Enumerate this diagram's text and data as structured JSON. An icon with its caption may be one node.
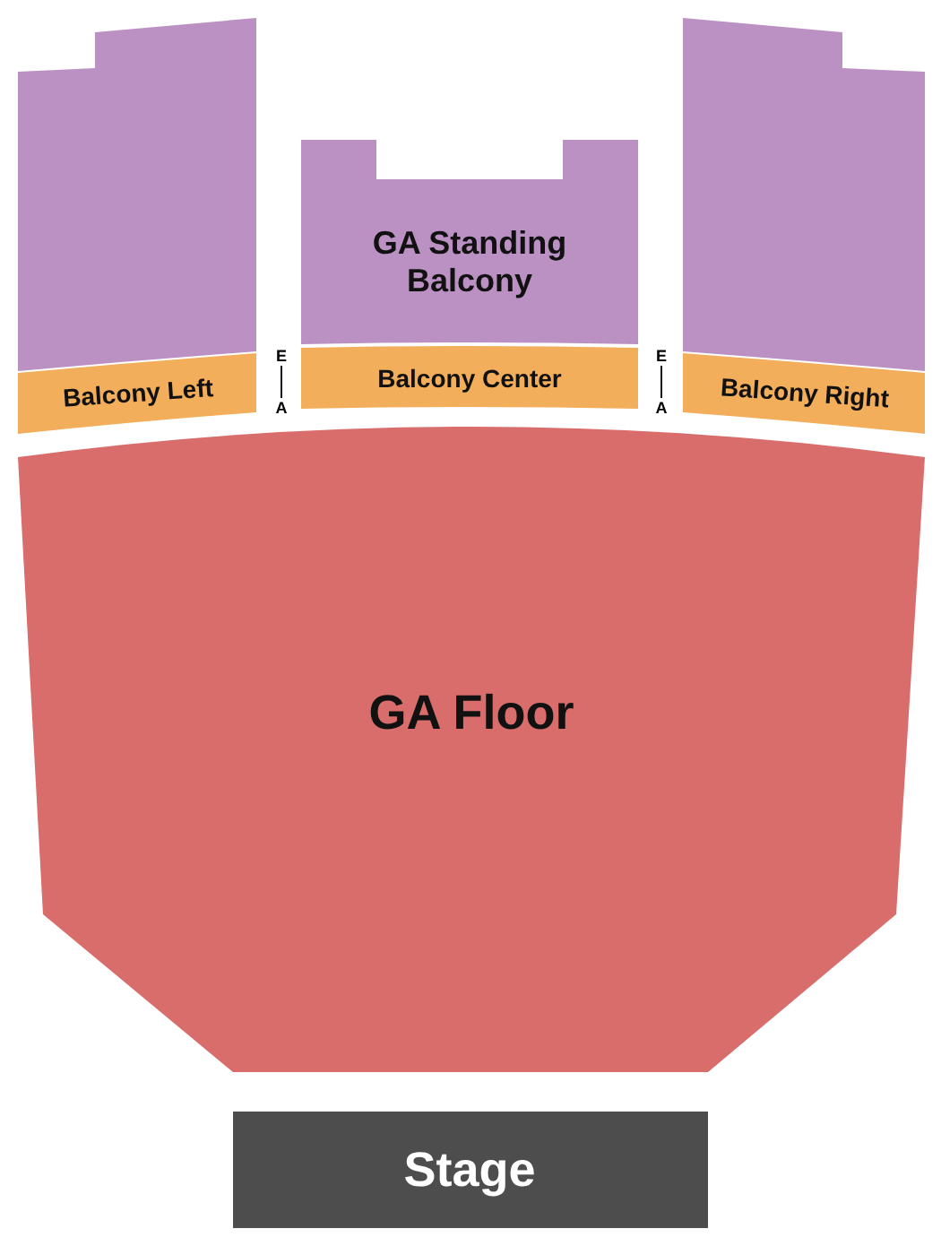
{
  "diagram": {
    "nodes": [
      {
        "text": [],
        "shape": "box"
      },
      {
        "text": [
          "GA Standing Balcony"
        ]
      },
      {
        "text": [],
        "shape": "box"
      },
      {
        "text": [
          "Balcony Left"
        ]
      },
      {
        "text": [
          "Balcony Center"
        ]
      },
      {
        "text": [
          "Balcony Right"
        ]
      },
      {
        "text": [
          "GA Floor"
        ]
      },
      {
        "text": [
          "Stage"
        ]
      }
    ],
    "labels": [
      "E",
      "A",
      "E",
      "A"
    ]
  }
}
